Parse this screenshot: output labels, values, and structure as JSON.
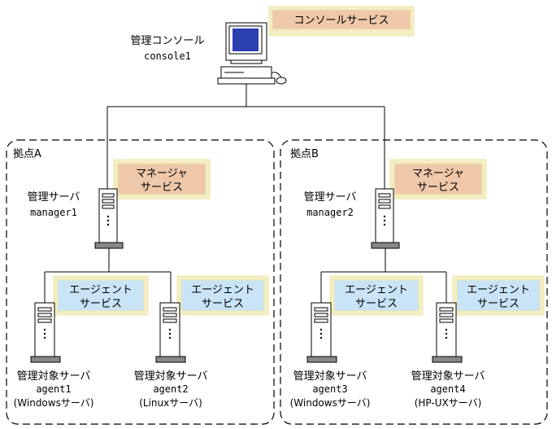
{
  "colors": {
    "line": "#000000",
    "service_border": "#ede7a8",
    "service_shadow": "#f3eec5",
    "console_fill": "#efc8aa",
    "manager_fill": "#efc8aa",
    "agent_fill": "#c8e4f6",
    "screen_blue": "#2c3fb0"
  },
  "console": {
    "label": "管理コンソール",
    "host": "console1",
    "service": "コンソールサービス"
  },
  "sites": [
    {
      "label": "拠点A",
      "manager": {
        "label": "管理サーバ",
        "host": "manager1",
        "service_line1": "マネージャ",
        "service_line2": "サービス"
      },
      "agents": [
        {
          "label": "管理対象サーバ",
          "host": "agent1",
          "os": "(Windowsサーバ)",
          "service_line1": "エージェント",
          "service_line2": "サービス"
        },
        {
          "label": "管理対象サーバ",
          "host": "agent2",
          "os": "(Linuxサーバ)",
          "service_line1": "エージェント",
          "service_line2": "サービス"
        }
      ]
    },
    {
      "label": "拠点B",
      "manager": {
        "label": "管理サーバ",
        "host": "manager2",
        "service_line1": "マネージャ",
        "service_line2": "サービス"
      },
      "agents": [
        {
          "label": "管理対象サーバ",
          "host": "agent3",
          "os": "(Windowsサーバ)",
          "service_line1": "エージェント",
          "service_line2": "サービス"
        },
        {
          "label": "管理対象サーバ",
          "host": "agent4",
          "os": "(HP-UXサーバ)",
          "service_line1": "エージェント",
          "service_line2": "サービス"
        }
      ]
    }
  ]
}
